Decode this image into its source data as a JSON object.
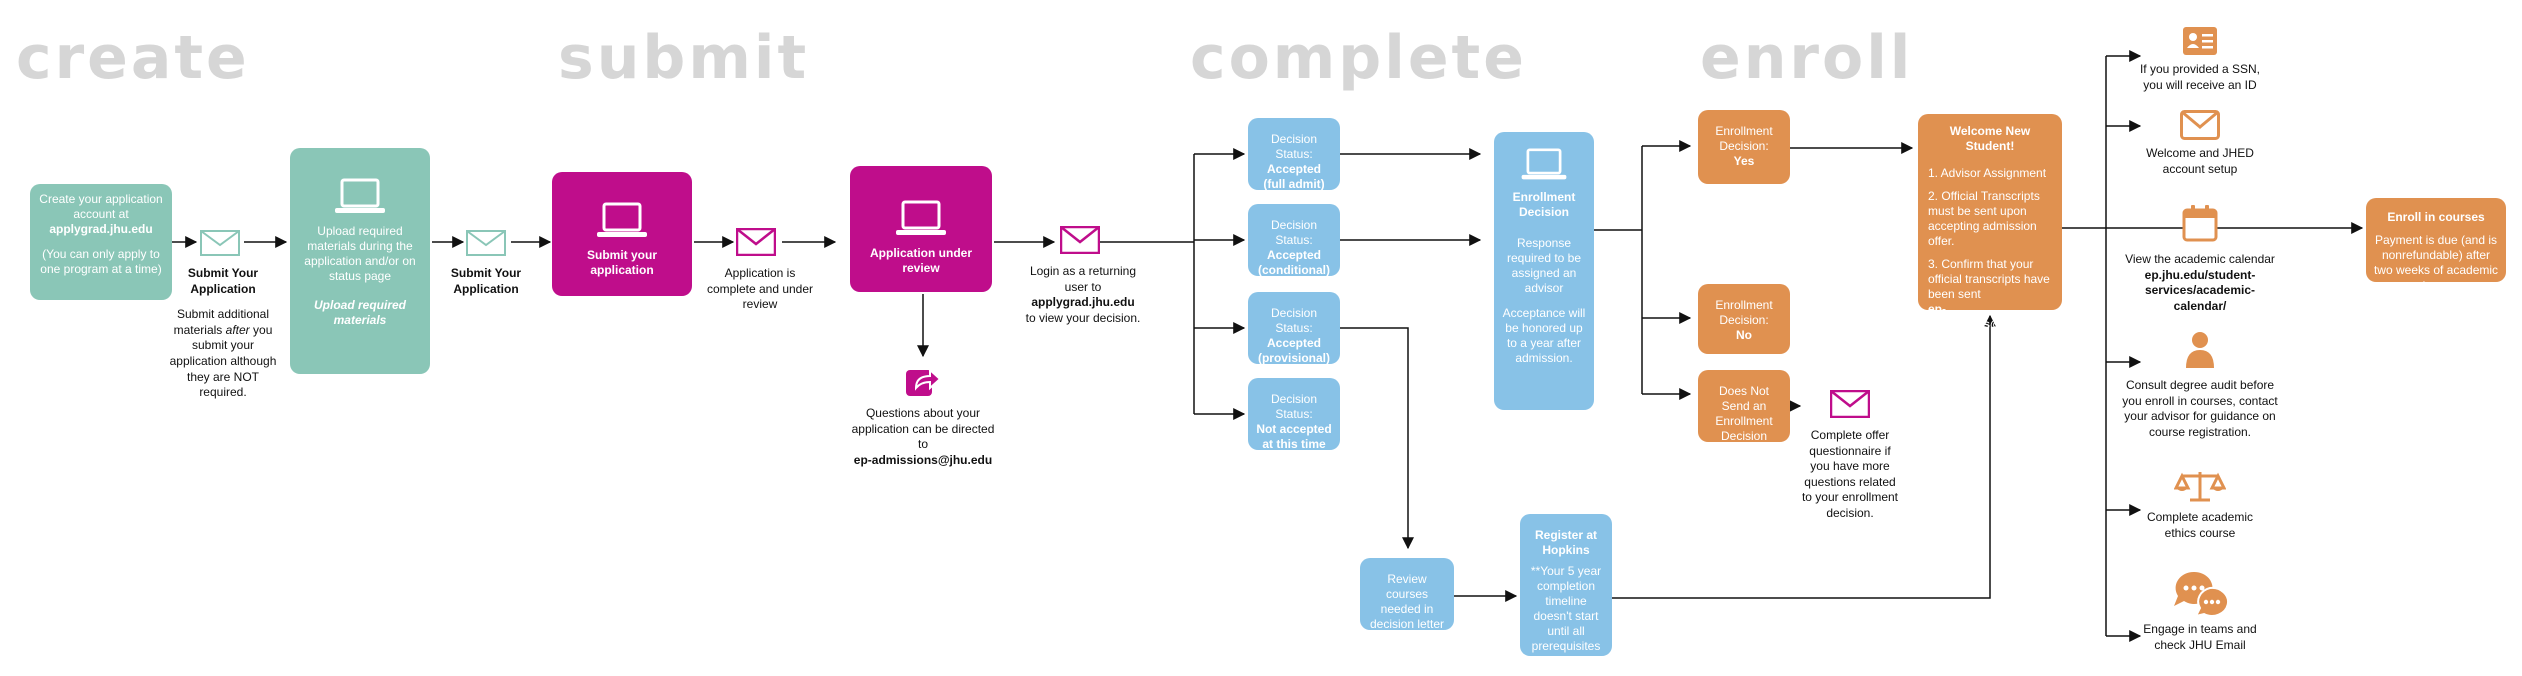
{
  "stages": {
    "create": "create",
    "submit": "submit",
    "complete": "complete",
    "enroll": "enroll"
  },
  "create_account": {
    "line1": "Create your application account at",
    "url": "applygrad.jhu.edu",
    "note": "(You can only apply to one program at a time)"
  },
  "submit_app_1": {
    "title": "Submit Your Application",
    "text_a": "Submit additional materials",
    "text_after": "after",
    "text_b": "you submit your application although they are NOT required."
  },
  "upload": {
    "text": "Upload required materials during the application and/or on status page",
    "sub": "Upload required materials"
  },
  "submit_app_2": {
    "title": "Submit Your Application"
  },
  "submit_box": {
    "label": "Submit your application"
  },
  "complete_review": {
    "text": "Application is complete and under review"
  },
  "under_review": {
    "label": "Application under review"
  },
  "login": {
    "line1": "Login as a returning user to",
    "url": "applygrad.jhu.edu",
    "line2": "to view your decision."
  },
  "questions": {
    "text": "Questions about your application can be directed to",
    "email": "ep-admissions@jhu.edu"
  },
  "decisions": [
    {
      "prefix": "Decision Status:",
      "value": "Accepted",
      "sub": "(full admit)"
    },
    {
      "prefix": "Decision Status:",
      "value": "Accepted",
      "sub": "(conditional)"
    },
    {
      "prefix": "Decision Status:",
      "value": "Accepted",
      "sub": "(provisional)"
    },
    {
      "prefix": "Decision Status:",
      "value": "Not accepted",
      "sub": "at this time"
    }
  ],
  "enrollment_decision": {
    "title": "Enrollment Decision",
    "text1": "Response required to be assigned an advisor",
    "text2": "Acceptance will be honored up to a year after admission."
  },
  "review_courses": {
    "text": "Review courses needed in decision letter"
  },
  "register": {
    "title": "Register at Hopkins",
    "text": "**Your 5 year completion timeline doesn't start until all prerequisites are completed."
  },
  "enroll_yes": {
    "prefix": "Enrollment Decision:",
    "value": "Yes"
  },
  "enroll_no": {
    "prefix": "Enrollment Decision:",
    "value": "No"
  },
  "no_send": {
    "text": "Does Not Send an Enrollment Decision"
  },
  "offer_q": {
    "text": "Complete offer questionnaire if you have more questions related to your enrollment decision."
  },
  "welcome": {
    "title": "Welcome New Student!",
    "item1": "1. Advisor Assignment",
    "item2": "2. Official Transcripts must be sent upon accepting admission offer.",
    "item3": "3. Confirm that your official transcripts have been sent",
    "email": "ep-transcripts@jhu.edu"
  },
  "enroll_courses": {
    "title": "Enroll in courses",
    "text": "Payment is due (and is nonrefundable) after two weeks of academic term."
  },
  "right_items": {
    "ssn": "If you provided a SSN, you will receive an ID",
    "jhed": "Welcome and JHED account setup",
    "calendar_text": "View the academic calendar",
    "calendar_url": "ep.jhu.edu/student-services/academic-calendar/",
    "audit": "Consult degree audit before you enroll in courses, contact your advisor for guidance on course registration.",
    "ethics": "Complete academic ethics course",
    "teams": "Engage in teams and check JHU Email"
  },
  "colors": {
    "teal": "#8ac6b7",
    "magenta": "#bf0d8b",
    "blue": "#88c2e7",
    "orange": "#e09150",
    "stage_gray": "#d6d6d6"
  },
  "icons": [
    "laptop-icon",
    "envelope-icon",
    "share-icon",
    "id-card-icon",
    "calendar-icon",
    "person-icon",
    "scales-icon",
    "chat-icon"
  ]
}
